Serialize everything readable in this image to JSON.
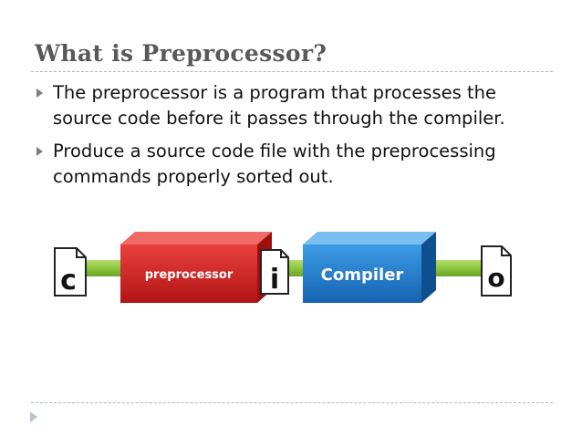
{
  "slide": {
    "title": "What is Preprocessor?",
    "bullets": [
      {
        "line1": "The preprocessor is a program that processes the",
        "line2": "source code before it passes through the compiler."
      },
      {
        "line1": "Produce a source code file with the preprocessing",
        "line2": "commands properly sorted out."
      }
    ]
  },
  "diagram": {
    "input_file_letter": "c",
    "preprocessor_label": "preprocessor",
    "intermediate_file_letter": "i",
    "compiler_label": "Compiler",
    "output_file_letter": "o",
    "colors": {
      "preprocessor_box": "#d21f1f",
      "compiler_box": "#1e7fd0",
      "connector": "#8cc63f"
    }
  }
}
